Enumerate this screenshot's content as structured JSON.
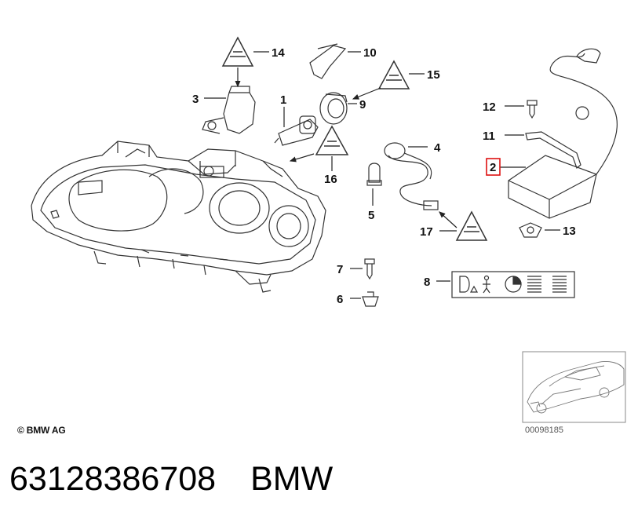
{
  "callouts": {
    "c1": "1",
    "c2": "2",
    "c3": "3",
    "c4": "4",
    "c5": "5",
    "c6": "6",
    "c7": "7",
    "c8": "8",
    "c9": "9",
    "c10": "10",
    "c11": "11",
    "c12": "12",
    "c13": "13",
    "c14": "14",
    "c15": "15",
    "c16": "16",
    "c17": "17"
  },
  "highlighted_part": "2",
  "copyright": "© BMW AG",
  "diagram_id": "00098185",
  "footer": {
    "part_number": "63128386708",
    "brand": "BMW"
  },
  "colors": {
    "line": "#222222",
    "highlight": "#dd1111",
    "text": "#111111"
  },
  "icons": [
    "warning-triangle-icon",
    "headlamp-housing-icon",
    "car-thumbnail-icon"
  ]
}
